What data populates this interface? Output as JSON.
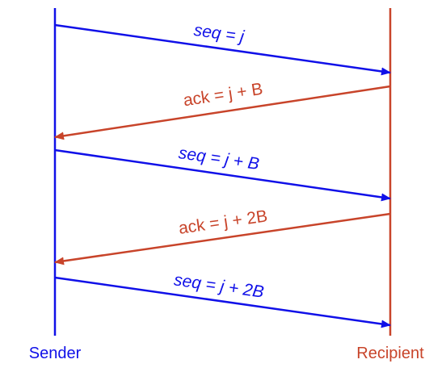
{
  "colors": {
    "sender": "#1010e8",
    "recipient": "#c8442a"
  },
  "participants": {
    "sender": "Sender",
    "recipient": "Recipient"
  },
  "messages": [
    {
      "from": "sender",
      "prefix": "seq = ",
      "var": "j",
      "suffix": ""
    },
    {
      "from": "recipient",
      "prefix": "ack = j + B",
      "var": "",
      "suffix": ""
    },
    {
      "from": "sender",
      "prefix": "seq = ",
      "var": "j",
      "suffix": " + B"
    },
    {
      "from": "recipient",
      "prefix": "ack = j + 2B",
      "var": "",
      "suffix": ""
    },
    {
      "from": "sender",
      "prefix": "seq = ",
      "var": "j",
      "suffix": " + 2B"
    }
  ]
}
